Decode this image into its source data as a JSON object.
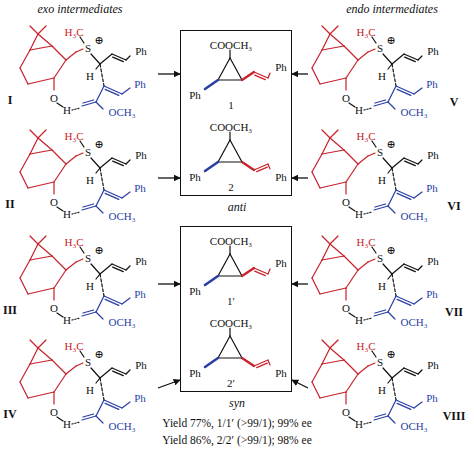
{
  "diagram": {
    "nodes": [
      {
        "text": [
          "I",
          "H₃C",
          "S",
          "⊕",
          "Ph",
          "H",
          "O",
          "H",
          "Ph",
          "OCH₃"
        ]
      },
      {
        "text": [
          "II",
          "H₃C",
          "S",
          "⊕",
          "Ph",
          "H",
          "O",
          "H",
          "Ph",
          "OCH₃"
        ]
      },
      {
        "text": [
          "III",
          "H₃C",
          "S",
          "⊕",
          "Ph",
          "H",
          "O",
          "H",
          "Ph",
          "OCH₃"
        ]
      },
      {
        "text": [
          "IV",
          "H₃C",
          "S",
          "⊕",
          "Ph",
          "H",
          "O",
          "H",
          "Ph",
          "OCH₃"
        ]
      },
      {
        "text": [
          "COOCH₃",
          "Ph",
          "Ph",
          "1",
          "COOCH₃",
          "Ph",
          "Ph",
          "2",
          "anti"
        ]
      },
      {
        "text": [
          "COOCH₃",
          "Ph",
          "Ph",
          "1′",
          "COOCH₃",
          "Ph",
          "Ph",
          "2′",
          "syn"
        ]
      },
      {
        "text": [
          "V",
          "H₃C",
          "S",
          "⊕",
          "Ph",
          "H",
          "O",
          "H",
          "Ph",
          "OCH₃"
        ]
      },
      {
        "text": [
          "VI",
          "H₃C",
          "S",
          "⊕",
          "Ph",
          "H",
          "O",
          "H",
          "Ph",
          "OCH₃"
        ]
      },
      {
        "text": [
          "VII",
          "H₃C",
          "S",
          "⊕",
          "Ph",
          "H",
          "O",
          "H",
          "Ph",
          "OCH₃"
        ]
      },
      {
        "text": [
          "VIII",
          "H₃C",
          "S",
          "⊕",
          "Ph",
          "H",
          "O",
          "H",
          "Ph",
          "OCH₃"
        ]
      }
    ],
    "edges": [
      {
        "from": 0,
        "to": 4,
        "arrow": "to"
      },
      {
        "from": 1,
        "to": 4,
        "arrow": "to"
      },
      {
        "from": 2,
        "to": 5,
        "arrow": "to"
      },
      {
        "from": 3,
        "to": 5,
        "arrow": "to"
      },
      {
        "from": 6,
        "to": 4,
        "arrow": "to"
      },
      {
        "from": 7,
        "to": 4,
        "arrow": "to"
      },
      {
        "from": 8,
        "to": 5,
        "arrow": "to"
      },
      {
        "from": 9,
        "to": 5,
        "arrow": "to"
      }
    ],
    "labels": [
      "exo intermediates",
      "endo intermediates",
      "Yield 77%, 1/1′ (>99/1); 99% ee",
      "Yield 86%, 2/2′ (>99/1); 98% ee"
    ]
  }
}
